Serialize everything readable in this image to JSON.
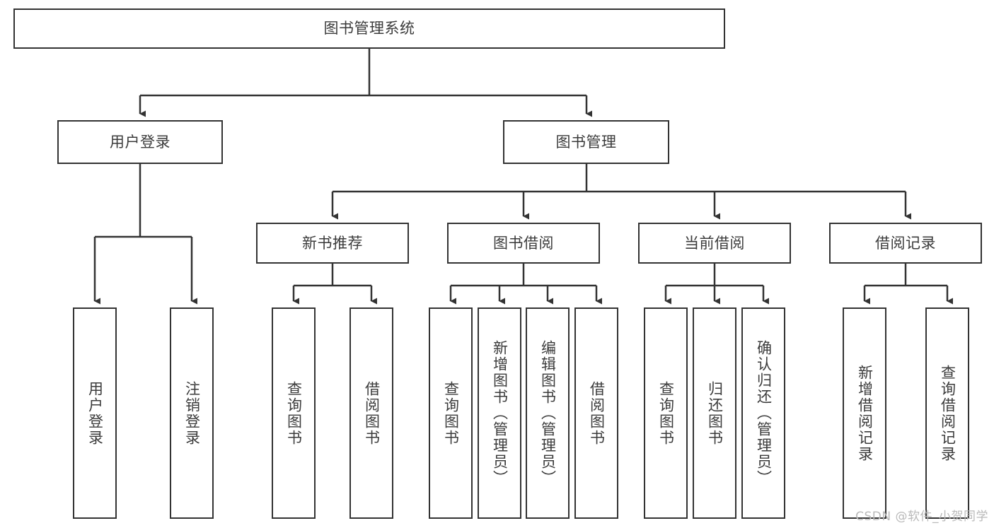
{
  "diagram": {
    "title_node": {
      "label": "图书管理系统"
    },
    "level2": [
      {
        "id": "user-login",
        "label": "用户登录"
      },
      {
        "id": "book-management",
        "label": "图书管理"
      }
    ],
    "level3": [
      {
        "id": "new-book-recommend",
        "label": "新书推荐"
      },
      {
        "id": "book-borrow",
        "label": "图书借阅"
      },
      {
        "id": "current-borrow",
        "label": "当前借阅"
      },
      {
        "id": "borrow-record",
        "label": "借阅记录"
      }
    ],
    "leaves": {
      "user_login": [
        {
          "id": "leaf-user-login",
          "label": "用户登录"
        },
        {
          "id": "leaf-logout-login",
          "label": "注销登录"
        }
      ],
      "new_book_recommend": [
        {
          "id": "leaf-query-book-1",
          "label": "查询图书"
        },
        {
          "id": "leaf-borrow-book-1",
          "label": "借阅图书"
        }
      ],
      "book_borrow": [
        {
          "id": "leaf-query-book-2",
          "label": "查询图书"
        },
        {
          "id": "leaf-add-book",
          "label": "新增图书（管理员）"
        },
        {
          "id": "leaf-edit-book",
          "label": "编辑图书（管理员）"
        },
        {
          "id": "leaf-borrow-book-2",
          "label": "借阅图书"
        }
      ],
      "current_borrow": [
        {
          "id": "leaf-query-book-3",
          "label": "查询图书"
        },
        {
          "id": "leaf-return-book",
          "label": "归还图书"
        },
        {
          "id": "leaf-confirm-return",
          "label": "确认归还（管理员）"
        }
      ],
      "borrow_record": [
        {
          "id": "leaf-add-borrow-record",
          "label": "新增借阅记录"
        },
        {
          "id": "leaf-query-borrow-record",
          "label": "查询借阅记录"
        }
      ]
    }
  },
  "watermark": {
    "text": "CSDN @软件_小贺同学"
  },
  "colors": {
    "border": "#333333",
    "text": "#3b3b3b",
    "background": "#ffffff",
    "watermark": "#b9b9b9"
  }
}
